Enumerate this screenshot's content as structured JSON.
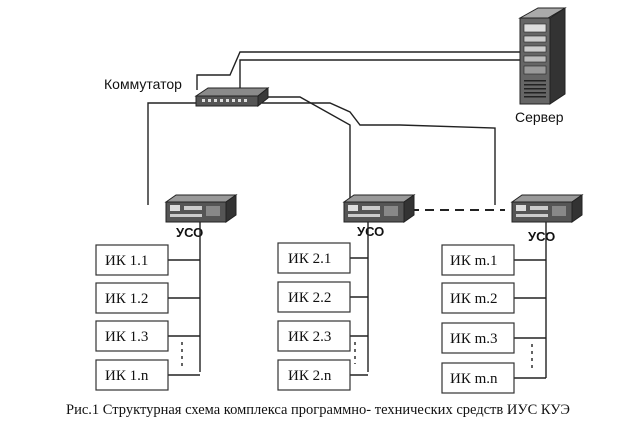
{
  "labels": {
    "switch": "Коммутатор",
    "server": "Сервер",
    "uso": "УСО"
  },
  "groups": [
    {
      "items": [
        "ИК 1.1",
        "ИК 1.2",
        "ИК 1.3",
        "ИК 1.n"
      ]
    },
    {
      "items": [
        "ИК 2.1",
        "ИК 2.2",
        "ИК 2.3",
        "ИК 2.n"
      ]
    },
    {
      "items": [
        "ИК m.1",
        "ИК m.2",
        "ИК m.3",
        "ИК m.n"
      ]
    }
  ],
  "caption": "Рис.1 Структурная схема комплекса программно- технических средств ИУС КУЭ"
}
